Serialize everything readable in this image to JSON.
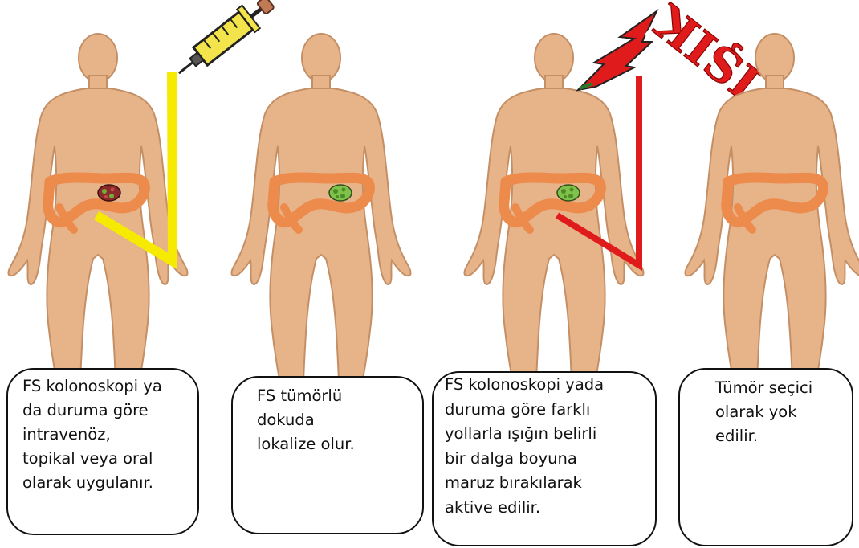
{
  "figure": {
    "light_label": "IŞIK",
    "colors": {
      "skin": "#e7b48a",
      "skin_shadow": "#d19c72",
      "colon": "#ec8b4c",
      "yellow_line": "#f5ea00",
      "red_line": "#e01b1b",
      "tumor_dark": "#8b2a2a",
      "tumor_green": "#7fc24a",
      "syringe_body": "#f2e44a"
    },
    "icons": [
      "syringe-icon",
      "lightning-icon",
      "human-figure-icon",
      "colon-icon",
      "tumor-icon"
    ]
  },
  "steps": [
    {
      "lines": [
        "FS kolonoskopi ya",
        "da duruma göre",
        "intravenöz,",
        "topikal veya oral",
        "olarak uygulanır."
      ]
    },
    {
      "lines": [
        "FS tümörlü",
        "dokuda",
        "lokalize olur."
      ]
    },
    {
      "lines": [
        "FS kolonoskopi yada",
        "duruma göre farklı",
        "yollarla ışığın belirli",
        "bir dalga boyuna",
        "maruz bırakılarak",
        "aktive edilir."
      ]
    },
    {
      "lines": [
        "Tümör seçici",
        "olarak yok",
        "edilir."
      ]
    }
  ]
}
